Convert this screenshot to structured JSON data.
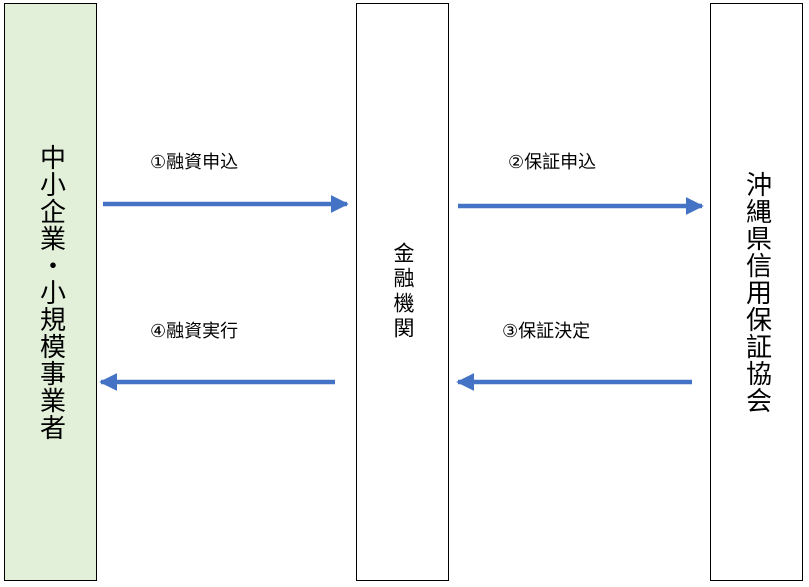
{
  "boxes": {
    "sme": "中小企業・小規模事業者",
    "bank": "金融機関",
    "guarantee": "沖縄県信用保証協会"
  },
  "steps": {
    "step1": "①融資申込",
    "step2": "②保証申込",
    "step3": "③保証決定",
    "step4": "④融資実行"
  },
  "colors": {
    "arrow": "#4472c4",
    "sme_fill": "#e2efd9"
  }
}
